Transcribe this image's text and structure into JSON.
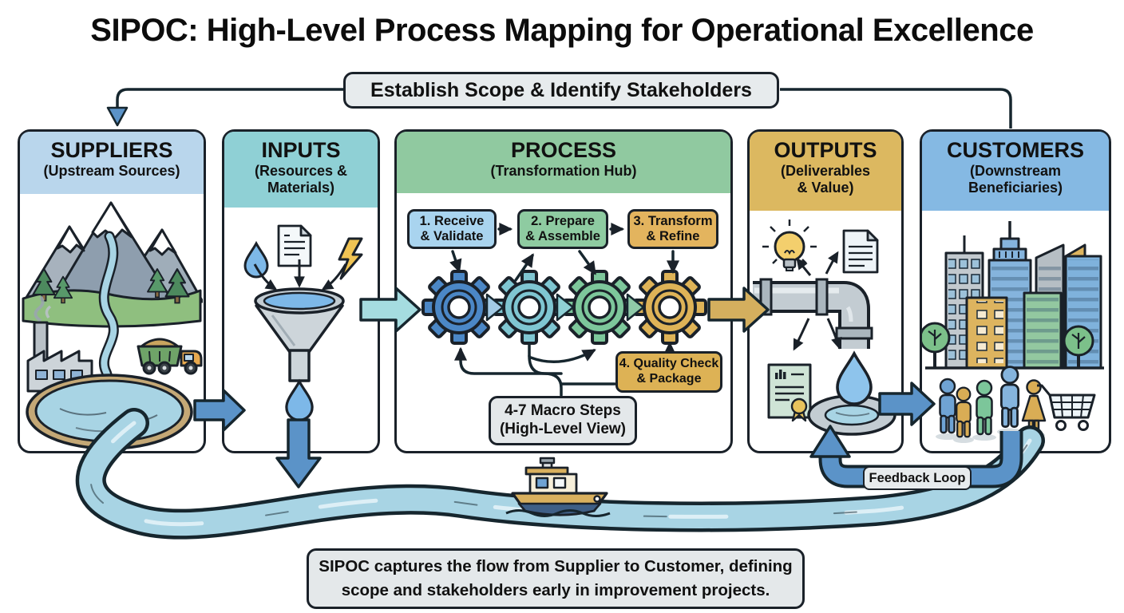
{
  "title": "SIPOC: High-Level Process Mapping for Operational Excellence",
  "banner": {
    "label": "Establish Scope & Identify Stakeholders"
  },
  "columns": {
    "suppliers": {
      "title": "SUPPLIERS",
      "subtitle": "(Upstream Sources)",
      "header_color": "#b9d6ec",
      "icons": [
        "mountains-icon",
        "river-stream-icon",
        "pine-tree-icon",
        "factory-icon",
        "dump-truck-icon",
        "pond-icon"
      ]
    },
    "inputs": {
      "title": "INPUTS",
      "subtitle": "(Resources &\nMaterials)",
      "header_color": "#8fd0d5",
      "icons": [
        "water-droplet-icon",
        "document-icon",
        "lightning-icon",
        "funnel-icon"
      ]
    },
    "process": {
      "title": "PROCESS",
      "subtitle": "(Transformation Hub)",
      "header_color": "#90c9a0",
      "icons": [
        "gear-icon",
        "gear-icon",
        "gear-icon",
        "gear-icon"
      ]
    },
    "outputs": {
      "title": "OUTPUTS",
      "subtitle": "(Deliverables\n& Value)",
      "header_color": "#dcb860",
      "icons": [
        "lightbulb-icon",
        "document-icon",
        "pipe-icon",
        "certificate-icon",
        "water-droplet-icon",
        "basin-icon"
      ]
    },
    "customers": {
      "title": "CUSTOMERS",
      "subtitle": "(Downstream\nBeneficiaries)",
      "header_color": "#85b9e3",
      "icons": [
        "city-skyline-icon",
        "tree-icon",
        "people-group-icon",
        "shopping-cart-icon"
      ]
    }
  },
  "process_steps": {
    "step1": {
      "label": "1. Receive\n& Validate",
      "color": "#a9d4ef"
    },
    "step2": {
      "label": "2. Prepare\n& Assemble",
      "color": "#8ecba1"
    },
    "step3": {
      "label": "3. Transform\n& Refine",
      "color": "#e3b45e"
    },
    "step4": {
      "label": "4. Quality Check\n& Package",
      "color": "#ddb255"
    },
    "macro_note": {
      "label": "4-7 Macro Steps\n(High-Level View)",
      "color": "#e4e8ea"
    }
  },
  "labels": {
    "feedback_loop": "Feedback Loop",
    "caption": "SIPOC captures the flow from Supplier to Customer, defining\nscope and stakeholders early in improvement projects."
  },
  "flow": {
    "arrows": [
      "suppliers-to-inputs",
      "inputs-to-process",
      "process-to-outputs",
      "outputs-to-customers",
      "inputs-to-river",
      "customers-to-outputs-feedback"
    ],
    "river": "supplier-to-customer-river"
  },
  "colors": {
    "arrow_blue": "#5b93c8",
    "arrow_teal": "#a5dce0",
    "arrow_gold": "#d4af5e",
    "river_water": "#a8d4e4",
    "gear_blue": "#4b87c6",
    "gear_teal": "#7fc6d2",
    "gear_green": "#7dc79b",
    "gear_gold": "#deb357",
    "note_bg": "#e7ebed",
    "outline": "#1a2129"
  }
}
